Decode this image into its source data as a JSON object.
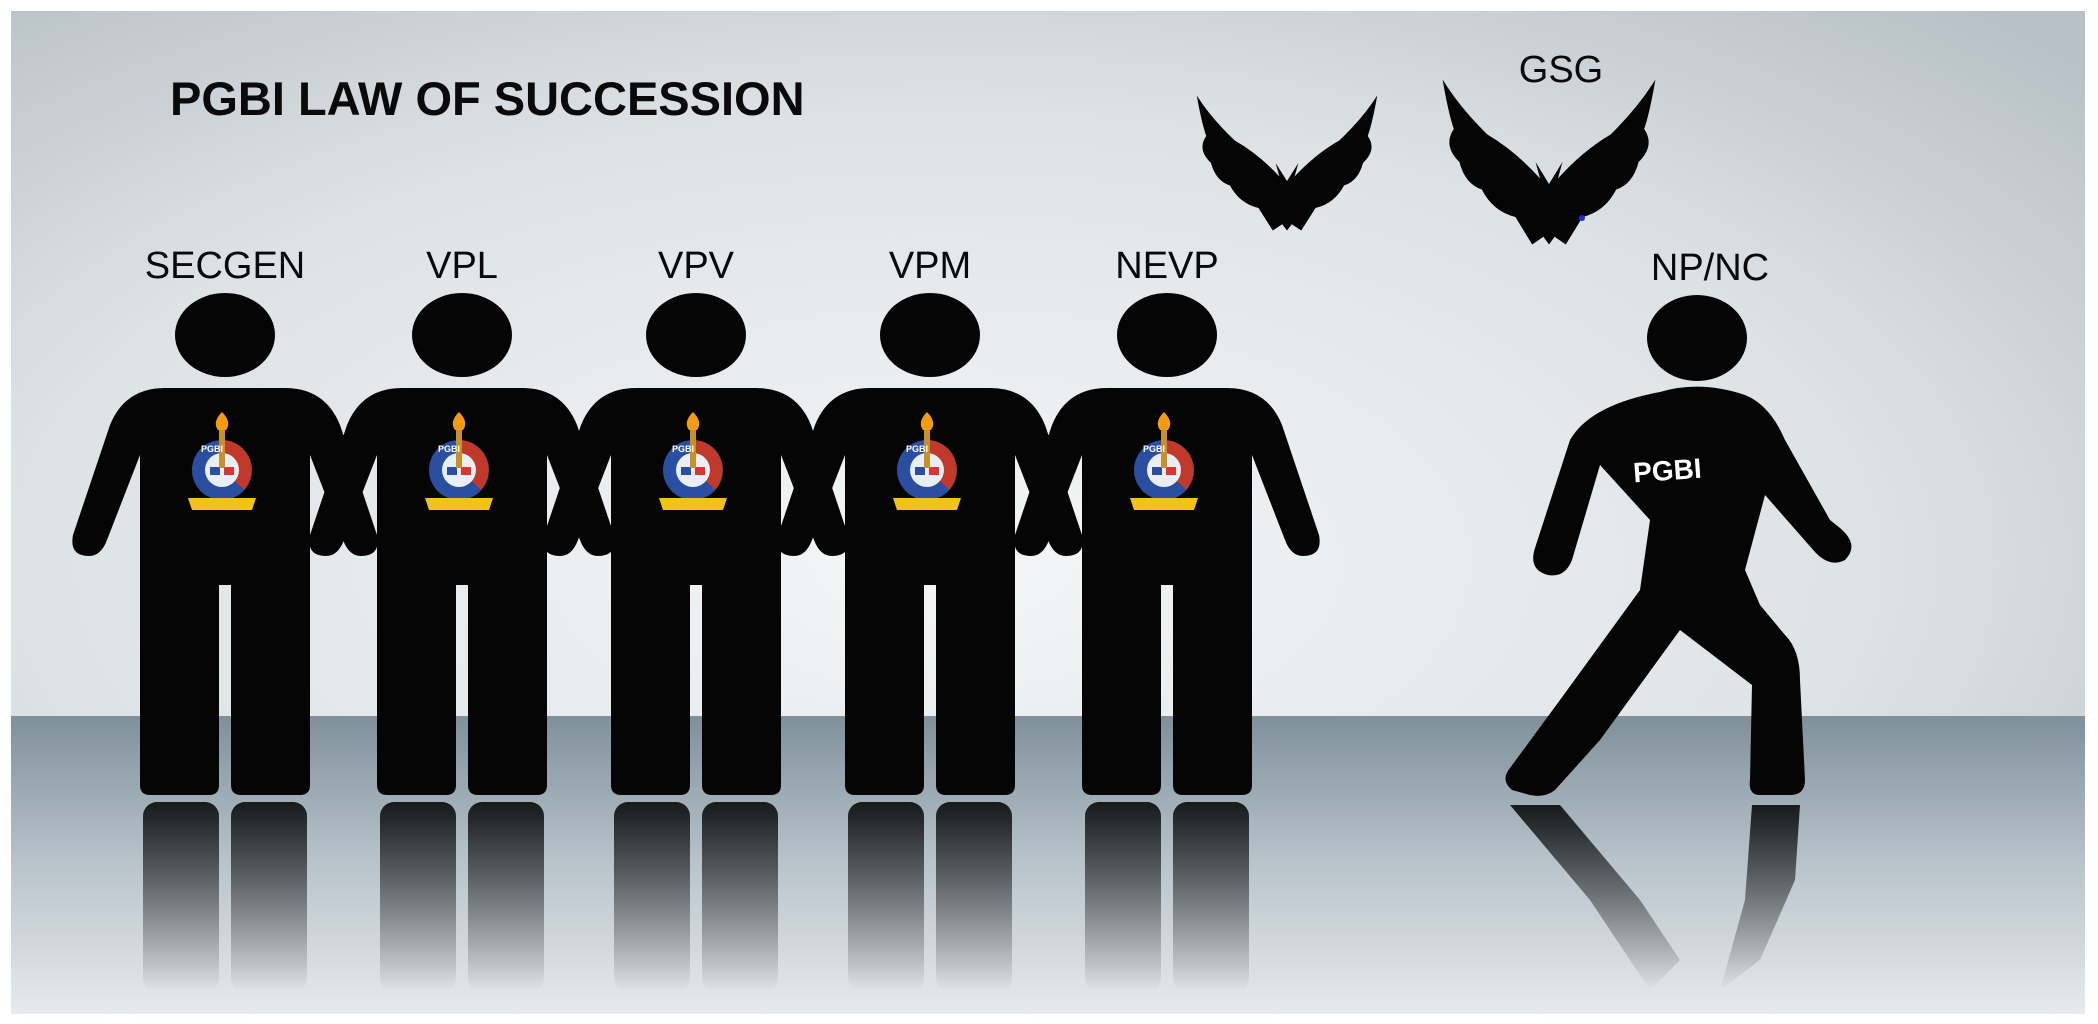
{
  "title": "PGBI LAW OF SUCCESSION",
  "figures": [
    {
      "label": "SECGEN",
      "logo_text": "PGBI"
    },
    {
      "label": "VPL",
      "logo_text": "PGBI"
    },
    {
      "label": "VPV",
      "logo_text": "PGBI"
    },
    {
      "label": "VPM",
      "logo_text": "PGBI"
    },
    {
      "label": "NEVP",
      "logo_text": "PGBI"
    }
  ],
  "walker": {
    "label": "NP/NC",
    "shirt_text": "PGBI"
  },
  "bats": {
    "label": "GSG"
  },
  "colors": {
    "figure": "#050505",
    "logo_blue": "#2a4fa0",
    "logo_red": "#c0392b",
    "logo_gold": "#f2c21b"
  }
}
